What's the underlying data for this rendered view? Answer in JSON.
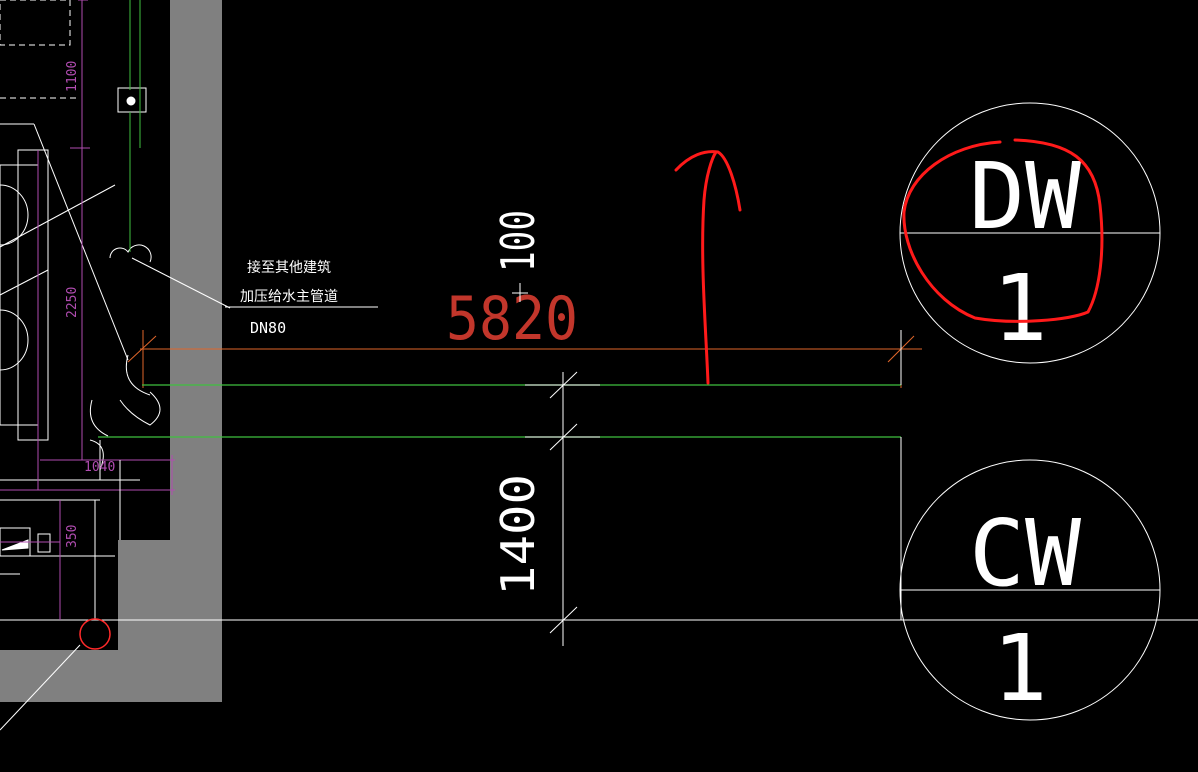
{
  "drawing": {
    "labels": {
      "connect_line1": "接至其他建筑",
      "connect_line2": "加压给水主管道",
      "pipe_size": "DN80"
    },
    "dimensions": {
      "horizontal_main": "5820",
      "vertical_top": "100",
      "vertical_bottom": "1400",
      "left_1100": "1100",
      "left_2250": "2250",
      "left_1040": "1040",
      "left_350": "350"
    },
    "tags": [
      {
        "code": "DW",
        "number": "1"
      },
      {
        "code": "CW",
        "number": "1"
      }
    ]
  },
  "colors": {
    "background": "#000000",
    "wall": "#808080",
    "pipe_green": "#3fbf3f",
    "dimension_orange": "#e0662a",
    "dimension_text_red": "#c2362b",
    "annotation_red": "#ff1a1a",
    "line_white": "#ffffff",
    "magenta_dim": "#b04cb0"
  }
}
